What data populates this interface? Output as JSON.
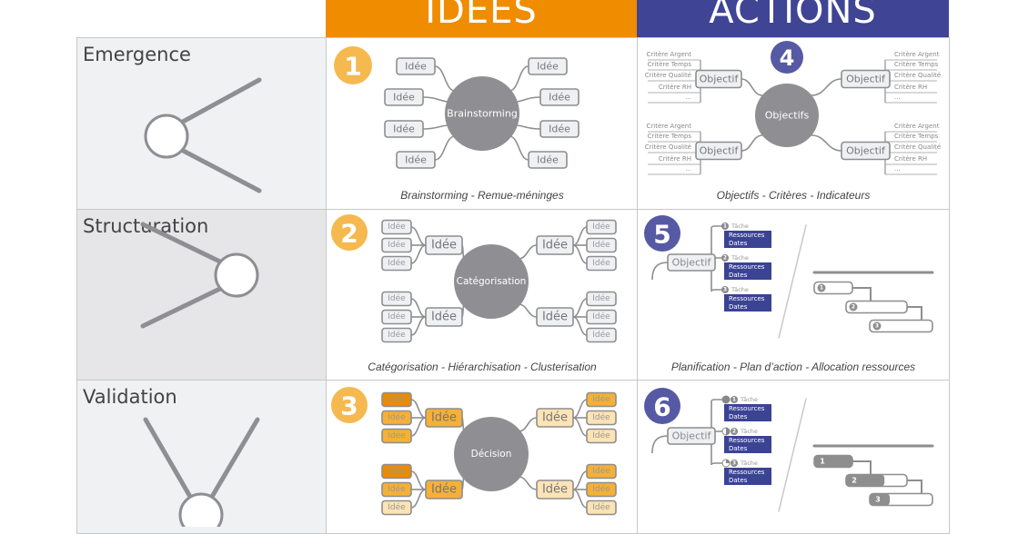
{
  "header": {
    "ideas": "IDÉES",
    "actions": "ACTIONS"
  },
  "colors": {
    "orange": "#f08c00",
    "blue": "#3f4494",
    "badge_orange": "#f5b94f",
    "badge_blue": "#5659a3",
    "node_gray": "#8f8f93",
    "box_fill": "#eef0f3",
    "box_stroke": "#8e8e8e",
    "idea_dark": "#ec8a00",
    "idea_mid": "#f5b035",
    "idea_light": "#fde3b5",
    "task_blue": "#3b4393"
  },
  "rows": [
    {
      "label": "Emergence"
    },
    {
      "label": "Structuration"
    },
    {
      "label": "Validation"
    }
  ],
  "ideas": [
    {
      "badge": "1",
      "center": "Brainstorming",
      "node": "Idée",
      "caption": "Brainstorming - Remue-méninges"
    },
    {
      "badge": "2",
      "center": "Catégorisation",
      "node": "Idée",
      "caption": "Catégorisation - Hiérarchisation - Clusterisation"
    },
    {
      "badge": "3",
      "center": "Décision",
      "node": "Idée",
      "caption": ""
    }
  ],
  "actions": [
    {
      "badge": "4",
      "center": "Objectifs",
      "node": "Objectif",
      "criteria": [
        "Critère Argent",
        "Critère Temps",
        "Critère Qualité",
        "Critère RH",
        "..."
      ],
      "caption": "Objectifs - Critères - Indicateurs"
    },
    {
      "badge": "5",
      "node": "Objectif",
      "task": "Tâche",
      "resources": "Ressources",
      "dates": "Dates",
      "steps": [
        "1",
        "2",
        "3"
      ],
      "caption": "Planification - Plan d’action - Allocation ressources"
    },
    {
      "badge": "6",
      "node": "Objectif",
      "task": "Tâche",
      "resources": "Ressources",
      "dates": "Dates",
      "steps": [
        "1",
        "2",
        "3"
      ],
      "progress": [
        1.0,
        0.63,
        0.32
      ],
      "caption": ""
    }
  ]
}
